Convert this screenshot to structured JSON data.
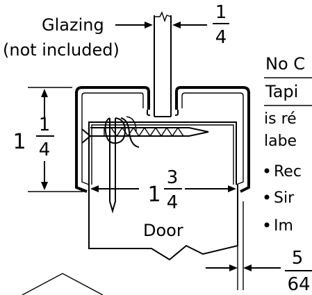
{
  "labels": {
    "glazing": "Glazing",
    "not_included": "(not included)",
    "door": "Door"
  },
  "dimensions": {
    "glazing_thickness": {
      "num": "1",
      "den": "4"
    },
    "height": {
      "whole": "1",
      "num": "1",
      "den": "4"
    },
    "width": {
      "whole": "1",
      "num": "3",
      "den": "4"
    },
    "gap": {
      "num": "5",
      "den": "64"
    }
  },
  "notes": {
    "line1": "No C",
    "line2": "Tapi",
    "line3": "is ré",
    "line4": "labe",
    "bullet1": "Rec",
    "bullet2": "Sir",
    "bullet3": "Im"
  }
}
